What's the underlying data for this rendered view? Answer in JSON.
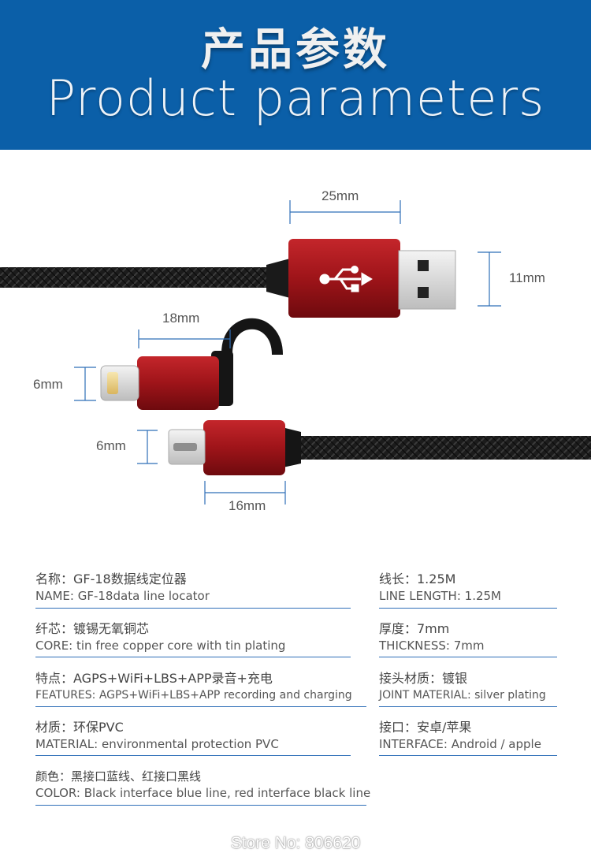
{
  "header": {
    "title_cn": "产品参数",
    "title_en": "Product parameters",
    "background": "#0b5fa8"
  },
  "dimensions": {
    "usb_width": "25mm",
    "usb_height": "11mm",
    "lightning_width": "18mm",
    "lightning_height": "6mm",
    "micro_height": "6mm",
    "micro_width": "16mm"
  },
  "colors": {
    "connector_red": "#a0161b",
    "cable_black": "#1a1a1a",
    "rule_blue": "#2f6fb8"
  },
  "specs": {
    "name": {
      "cn": "名称：GF-18数据线定位器",
      "en": "NAME: GF-18data line locator"
    },
    "length": {
      "cn": "线长：1.25M",
      "en": "LINE LENGTH: 1.25M"
    },
    "core": {
      "cn": "纤芯：镀锡无氧铜芯",
      "en": "CORE: tin free copper core with tin plating"
    },
    "thickness": {
      "cn": "厚度：7mm",
      "en": "THICKNESS: 7mm"
    },
    "features": {
      "cn": "特点：AGPS+WiFi+LBS+APP录音+充电",
      "en": "FEATURES: AGPS+WiFi+LBS+APP recording and charging"
    },
    "joint": {
      "cn": "接头材质：镀银",
      "en": "JOINT MATERIAL: silver plating"
    },
    "material": {
      "cn": "材质：环保PVC",
      "en": "MATERIAL: environmental protection PVC"
    },
    "interface": {
      "cn": "接口：安卓/苹果",
      "en": "INTERFACE: Android / apple"
    },
    "color": {
      "cn": "颜色：黑接口蓝线、红接口黑线",
      "en": "COLOR: Black interface blue line, red interface black line"
    }
  },
  "watermark": "Store No: 806620"
}
